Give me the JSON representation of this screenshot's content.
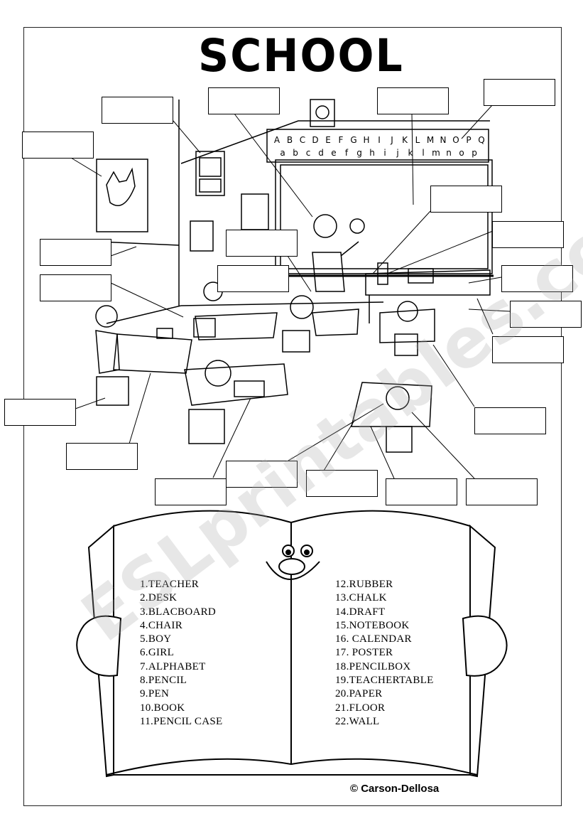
{
  "title": "SCHOOL",
  "alphabet": {
    "upper": [
      "A",
      "B",
      "C",
      "D",
      "E",
      "F",
      "G",
      "H",
      "I",
      "J",
      "K",
      "L",
      "M",
      "N",
      "O",
      "P",
      "Q"
    ],
    "lower": [
      "a",
      "b",
      "c",
      "d",
      "e",
      "f",
      "g",
      "h",
      "i",
      "j",
      "k",
      "l",
      "m",
      "n",
      "o",
      "p"
    ]
  },
  "word_list_left": [
    "1.TEACHER",
    "2.DESK",
    "3.BLACBOARD",
    "4.CHAIR",
    "5.BOY",
    "6.GIRL",
    "7.ALPHABET",
    "8.PENCIL",
    "9.PEN",
    "10.BOOK",
    "11.PENCIL CASE"
  ],
  "word_list_right": [
    "12.RUBBER",
    "13.CHALK",
    "14.DRAFT",
    "15.NOTEBOOK",
    "16. CALENDAR",
    "17. POSTER",
    "18.PENCILBOX",
    "19.TEACHERTABLE",
    "20.PAPER",
    "21.FLOOR",
    "22.WALL"
  ],
  "copyright": "© Carson-Dellosa",
  "watermark": "ESLprintables.com",
  "colors": {
    "ink": "#000000",
    "paper": "#ffffff",
    "watermark": "#aaaaaa"
  }
}
